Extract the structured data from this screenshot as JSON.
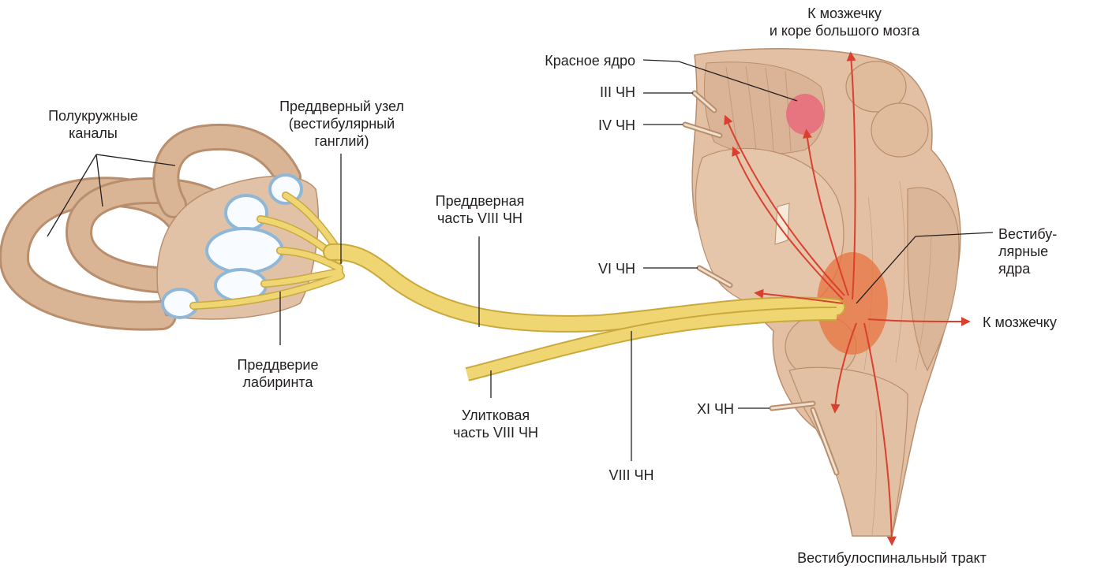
{
  "diagram": {
    "colors": {
      "background": "#ffffff",
      "label_text": "#231f20",
      "leader_line": "#231f20",
      "bone_tissue": "#d9b596",
      "bone_shadow": "#b98e6d",
      "brainstem": "#e3c0a3",
      "brainstem_shadow": "#c49a7b",
      "nerve": "#f0d573",
      "nerve_edge": "#c9a93c",
      "pathway_arrow": "#d9402f",
      "nucleus": "#e8733f",
      "red_nucleus": "#e86a7a",
      "ampulla_membrane": "#8fb8d8"
    },
    "labels": {
      "to_cerebellum_cortex": "К мозжечку\nи коре большого мозга",
      "red_nucleus": "Красное ядро",
      "cn3": "III ЧН",
      "cn4": "IV ЧН",
      "semicircular_canals": "Полукружные\nканалы",
      "vestibular_ganglion": "Преддверный узел\n(вестибулярный\nганглий)",
      "vestibular_part": "Преддверная\nчасть VIII ЧН",
      "cn6": "VI ЧН",
      "vestibular_nuclei": "Вестибу-\nлярные\nядра",
      "to_cerebellum": "К мозжечку",
      "vestibule": "Преддверие\nлабиринта",
      "cochlear_part": "Улитковая\nчасть VIII ЧН",
      "cn11": "XI ЧН",
      "cn8": "VIII ЧН",
      "vestibulospinal_tract": "Вестибулоспинальный тракт"
    }
  }
}
